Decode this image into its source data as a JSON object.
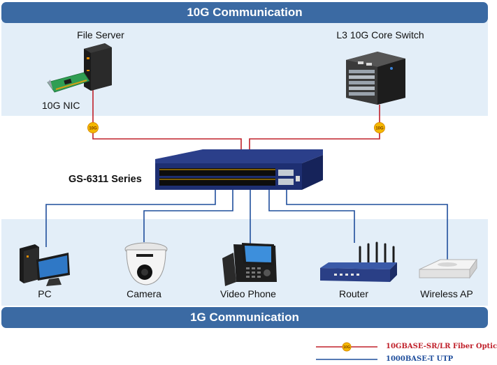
{
  "bands": {
    "top": "10G Communication",
    "bottom": "1G Communication"
  },
  "devices": {
    "file_server": "File Server",
    "nic": "10G NIC",
    "core_switch": "L3 10G Core Switch",
    "switch": "GS-6311 Series",
    "pc": "PC",
    "camera": "Camera",
    "video_phone": "Video Phone",
    "router": "Router",
    "wireless_ap": "Wireless AP"
  },
  "badges": {
    "left": "10G",
    "right": "10G",
    "legend": "10G"
  },
  "legend": {
    "fiber": "10GBASE-SR/LR Fiber Optic",
    "utp": "1000BASE-T UTP"
  },
  "colors": {
    "band": "#3b6aa3",
    "zone": "#e3eef8",
    "fiber_line": "#c0202a",
    "utp_line": "#1f4e9c",
    "badge": "#f5b800"
  }
}
